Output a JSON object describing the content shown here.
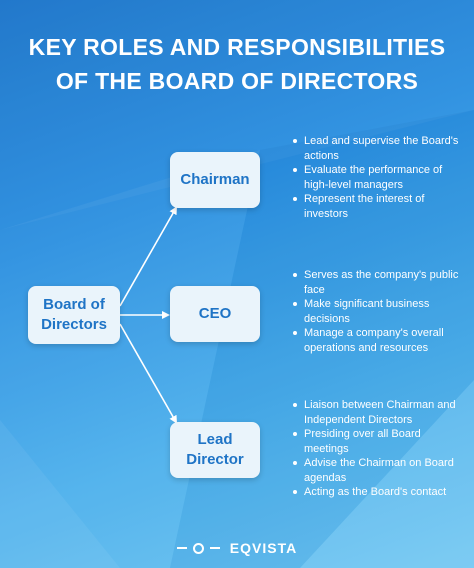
{
  "title": {
    "line1": "KEY ROLES AND RESPONSIBILITIES",
    "line2": "OF THE BOARD OF DIRECTORS"
  },
  "root": {
    "label_line1": "Board of",
    "label_line2": "Directors"
  },
  "roles": [
    {
      "label_line1": "Chairman",
      "label_line2": "",
      "bullets": [
        "Lead and supervise the Board's actions",
        "Evaluate the performance of high-level managers",
        "Represent the interest of investors"
      ]
    },
    {
      "label_line1": "CEO",
      "label_line2": "",
      "bullets": [
        "Serves as the company's public face",
        "Make significant business decisions",
        "Manage a company's overall operations and resources"
      ]
    },
    {
      "label_line1": "Lead",
      "label_line2": "Director",
      "bullets": [
        "Liaison between Chairman and Independent Directors",
        "Presiding over all Board meetings",
        "Advise the Chairman on Board agendas",
        "Acting as the Board's contact"
      ]
    }
  ],
  "logo": {
    "text": "EQVISTA",
    "icon": "eqvista-ring-icon"
  },
  "colors": {
    "background_top": "#1a73c9",
    "background_bottom": "#6ec6f2",
    "box_fill": "#eaf4fb",
    "box_text": "#1f74c6",
    "text": "#ffffff"
  }
}
